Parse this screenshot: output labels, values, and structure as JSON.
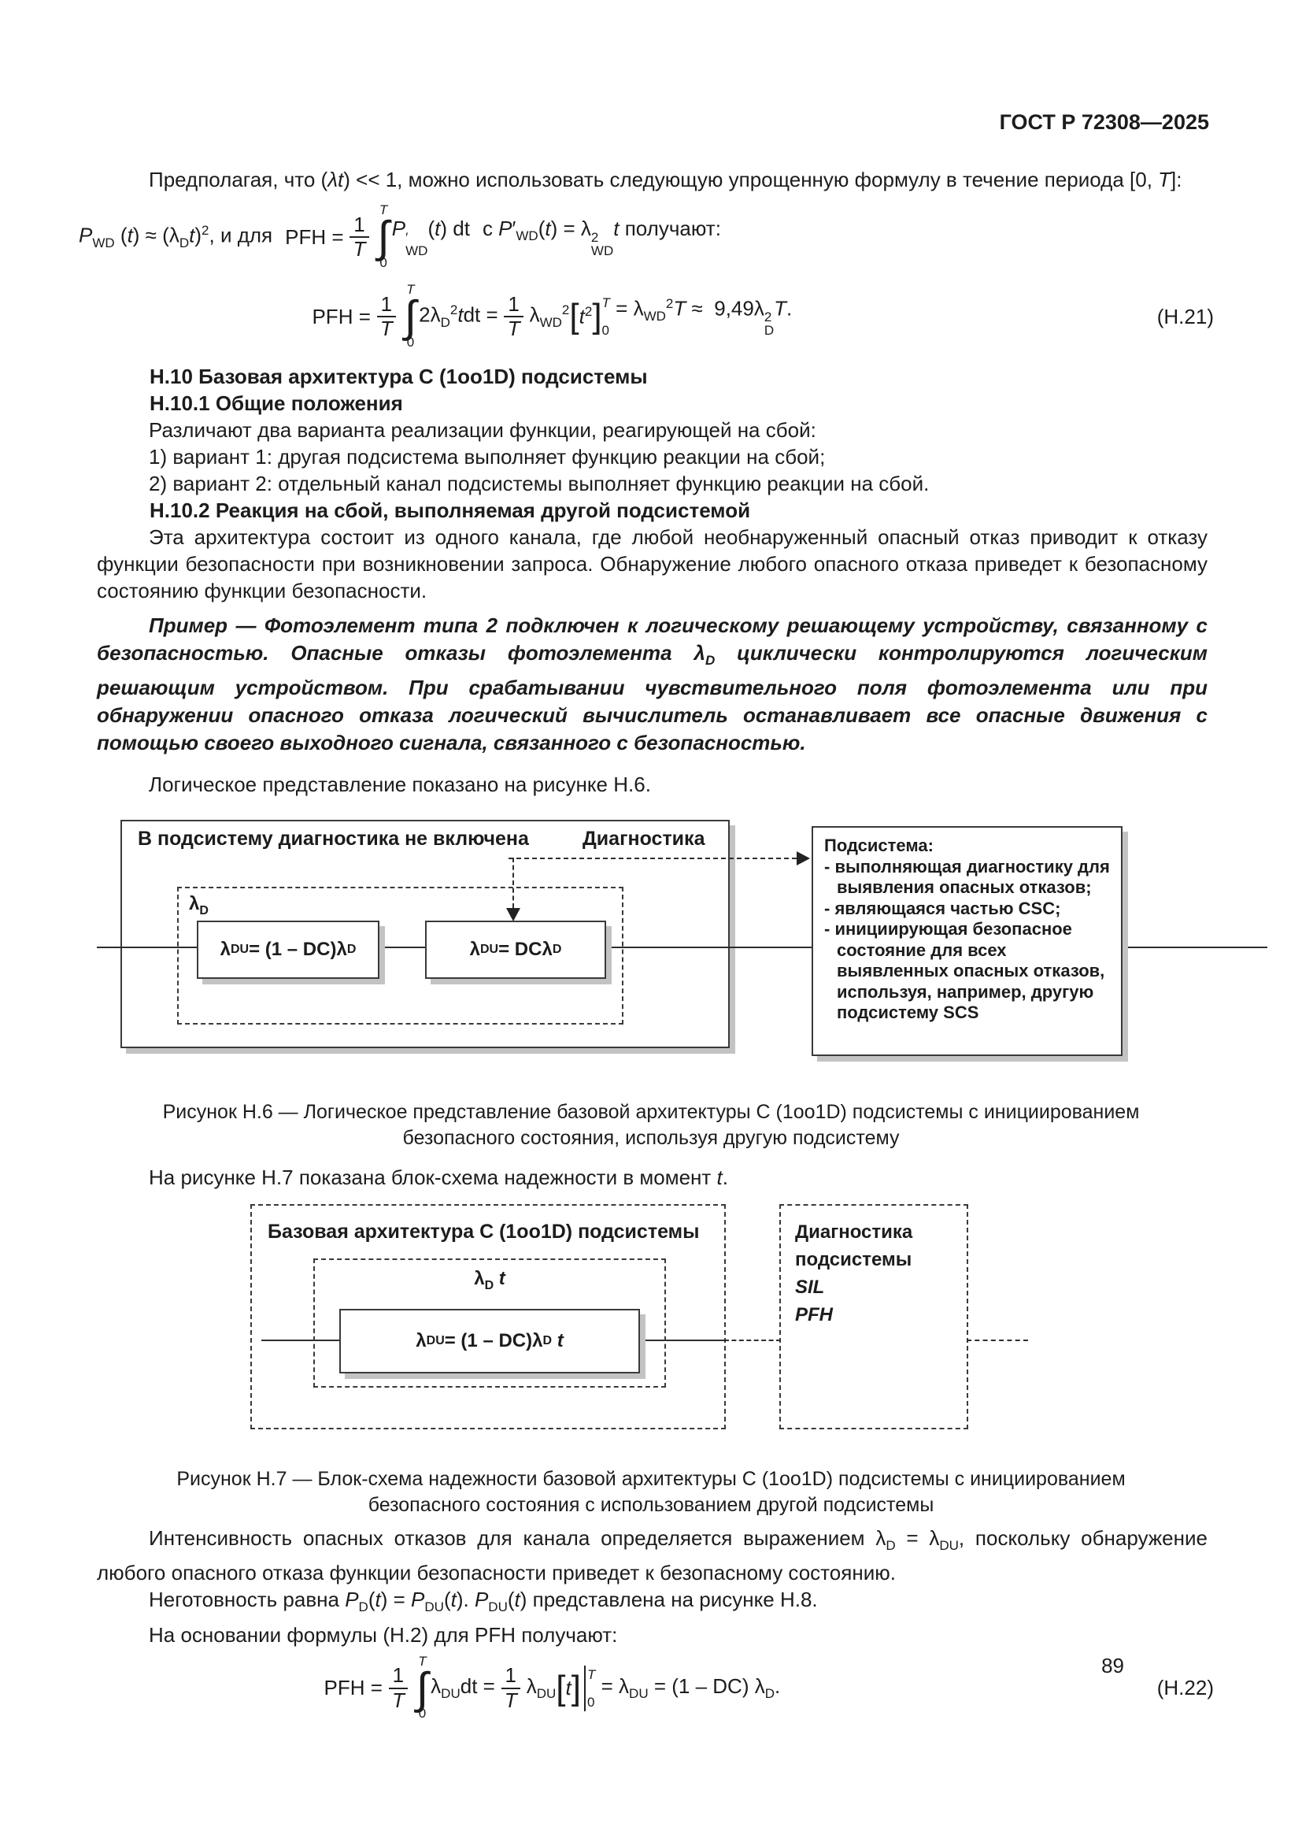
{
  "header": {
    "doc_number": "ГОСТ Р 72308—2025"
  },
  "para1": {
    "a": "Предполагая, что (",
    "lt": "λt",
    "b": ") << 1, можно использовать следующую упрощенную формулу в течение периода [0, ",
    "T": "T",
    "c": "]:"
  },
  "infl": {
    "a": "P",
    "b": "WD",
    "c": " (",
    "d": "t",
    "e": ") ≈ (",
    "f": "λ",
    "g": "D",
    "h": "t",
    "i": ")",
    "j": "2",
    "k": ", и для",
    "l": "PFH =",
    "m": "1",
    "n": "T",
    "o": "∫",
    "p": "T",
    "q": "0",
    "r": "P",
    "s": "′",
    "t": "WD",
    "u": "(",
    "v": "t",
    "w": ") dt",
    "x": "с",
    "y": "P",
    "z": "′",
    "aa": "WD",
    "ab": "(",
    "ac": "t",
    "ad": ") = ",
    "ae": "λ",
    "af": "2",
    "ag": "WD",
    "ah": "t",
    "ai": " получают:"
  },
  "eq21": {
    "a": "PFH =",
    "b": "1",
    "c": "T",
    "d": "∫",
    "e": "T",
    "f": "0",
    "g": "2λ",
    "h": "D",
    "i": "2",
    "j": "t",
    "k": "dt",
    "l": "=",
    "m": "1",
    "n": "T",
    "o": "λ",
    "p": "WD",
    "q": "2",
    "r": "[",
    "s": "t",
    "t": "2",
    "u": "]",
    "v": "T",
    "w": "0",
    "x": "=",
    "y": "λ",
    "z": "WD",
    "aa": "2",
    "ab": "T",
    "ac": "≈",
    "ad": "9,49λ",
    "ae": "2",
    "af": "D",
    "ag": "T",
    "ah": ".",
    "label": "(Н.21)"
  },
  "s10": {
    "title": "Н.10 Базовая архитектура С (1oo1D) подсистемы"
  },
  "s101": {
    "title": "Н.10.1 Общие положения",
    "p1": "Различают два варианта реализации функции, реагирующей на сбой:",
    "li1": "1) вариант 1: другая подсистема выполняет функцию реакции на сбой;",
    "li2": "2) вариант 2: отдельный канал подсистемы выполняет функцию реакции на сбой."
  },
  "s102": {
    "title": "Н.10.2 Реакция на сбой, выполняемая другой подсистемой",
    "p1": "Эта архитектура состоит из одного канала, где любой необнаруженный опасный отказ приводит к отказу функции безопасности при возникновении запроса. Обнаружение любого опасного отказа приведет к безопасному состоянию функции безопасности."
  },
  "example": {
    "a": "Пример — Фотоэлемент типа 2 подключен к логическому решающему устройству, связанному с безопасностью. Опасные отказы фотоэлемента ",
    "b": "λ",
    "c": "D",
    "d": " циклически контролируются логическим решающим устройством. При срабатывании чувствительного поля фотоэлемента или при обнаружении опасного отказа логический вычислитель останавливает все опасные движения с помощью своего выходного сигнала, связанного с безопасностью."
  },
  "fig6_intro": "Логическое представление показано на рисунке Н.6.",
  "fig6": {
    "outer_label": "В подсистему диагностика не включена",
    "diag_label": "Диагностика",
    "lambda": {
      "a": "λ",
      "b": "D"
    },
    "box1": {
      "a": "λ",
      "b": "DU",
      "c": " = (1 – DC) ",
      "d": "λ",
      "e": "D"
    },
    "box2": {
      "a": "λ",
      "b": "DU",
      "c": " = DC ",
      "d": "λ",
      "e": "D"
    },
    "right_box": {
      "title": "Подсистема:",
      "items": [
        "- выполняющая диагностику для выявления опасных отказов;",
        "- являющаяся частью CSC;",
        "- инициирующая безопасное состояние для всех выявленных опасных отказов, используя, например, другую подсистему SCS"
      ]
    }
  },
  "fig6_caption": {
    "line1": "Рисунок Н.6 — Логическое представление базовой архитектуры С (1oo1D) подсистемы с инициированием",
    "line2": "безопасного состояния, используя другую подсистему"
  },
  "fig7_intro": {
    "a": "На рисунке Н.7 показана блок-схема надежности в момент ",
    "b": "t",
    "c": "."
  },
  "fig7": {
    "outer_label": "Базовая архитектура С (1oo1D) подсистемы",
    "lambda_t": {
      "a": "λ",
      "b": "D",
      "c": "t"
    },
    "box": {
      "a": "λ",
      "b": "DU",
      "c": " = (1 – DC) ",
      "d": "λ",
      "e": "D",
      "f": "t"
    },
    "right_box": {
      "l1": "Диагностика",
      "l2": "подсистемы",
      "l3": "SIL",
      "l4": "PFH"
    }
  },
  "fig7_caption": {
    "line1": "Рисунок Н.7 — Блок-схема надежности базовой архитектуры С (1oo1D) подсистемы с инициированием",
    "line2": "безопасного состояния с использованием другой подсистемы"
  },
  "after": {
    "p1a": "Интенсивность опасных отказов для канала определяется выражением ",
    "p1l1": "λ",
    "p1s1": "D",
    "p1eq": " = ",
    "p1l2": "λ",
    "p1s2": "DU",
    "p1b": ", поскольку обнаружение любого опасного отказа функции безопасности приведет к безопасному состоянию.",
    "p2a": "Неготовность равна ",
    "P1": "P",
    "P1s": "D",
    "p2b": "(",
    "t1": "t",
    "p2c": ") = ",
    "P2": "P",
    "P2s": "DU",
    "p2d": "(",
    "t2": "t",
    "p2e": "). ",
    "P3": "P",
    "P3s": "DU",
    "p2f": "(",
    "t3": "t",
    "p2g": ") представлена на рисунке Н.8.",
    "p3": "На основании формулы (Н.2) для PFH получают:"
  },
  "eq22": {
    "a": "PFH =",
    "b": "1",
    "c": "T",
    "d": "∫",
    "e": "T",
    "f": "0",
    "g": "λ",
    "h": "DU",
    "i": "dt",
    "j": "=",
    "k": "1",
    "l": "T",
    "m": "λ",
    "n": "DU",
    "o": "[",
    "p": "t",
    "q": "]",
    "r": "T",
    "s": "0",
    "t": "=",
    "u": "λ",
    "v": "DU",
    "w": "= (1 – DC) ",
    "x": "λ",
    "y": "D",
    "z": ".",
    "label": "(Н.22)"
  },
  "page_number": "89"
}
